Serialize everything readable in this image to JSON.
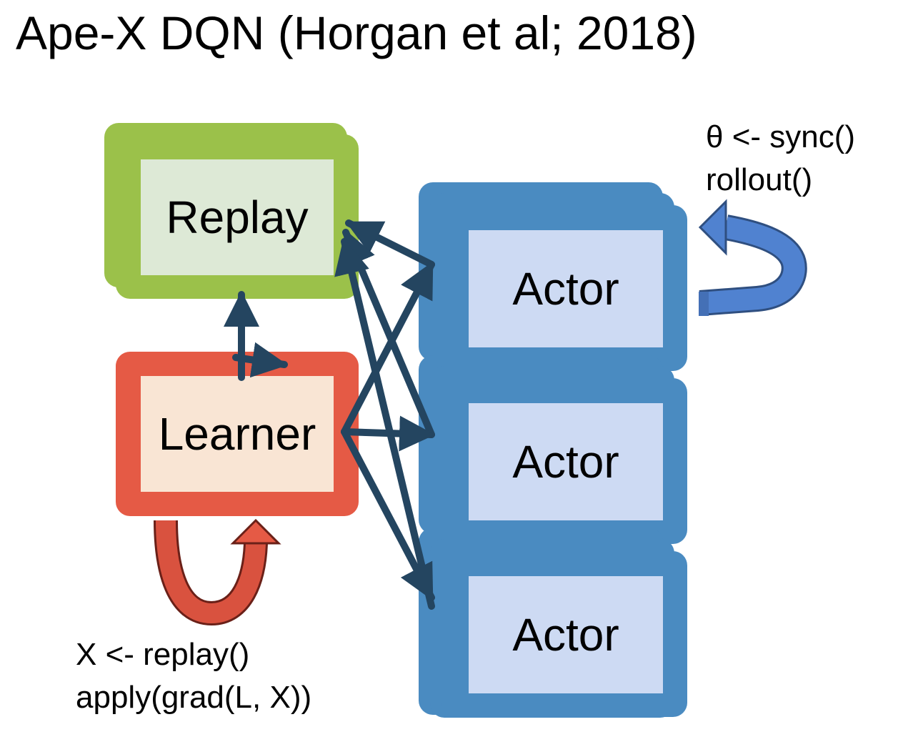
{
  "title": "Ape-X DQN (Horgan et al; 2018)",
  "replay": {
    "label": "Replay"
  },
  "learner": {
    "label": "Learner"
  },
  "actors": [
    {
      "label": "Actor"
    },
    {
      "label": "Actor"
    },
    {
      "label": "Actor"
    }
  ],
  "actor_annotation": {
    "line1": "θ <- sync()",
    "line2": "rollout()"
  },
  "learner_annotation": {
    "line1": "X <- replay()",
    "line2": "apply(grad(L, X))"
  },
  "colors": {
    "replay_outer": "#9bc14a",
    "replay_inner": "#dde9d6",
    "learner_outer": "#e55a45",
    "learner_inner": "#f9e5d4",
    "actor_outer": "#4a8bc1",
    "actor_inner": "#cddaf3",
    "arrow": "#244560",
    "loop_blue": "#5082d0",
    "loop_red": "#d9523f"
  }
}
